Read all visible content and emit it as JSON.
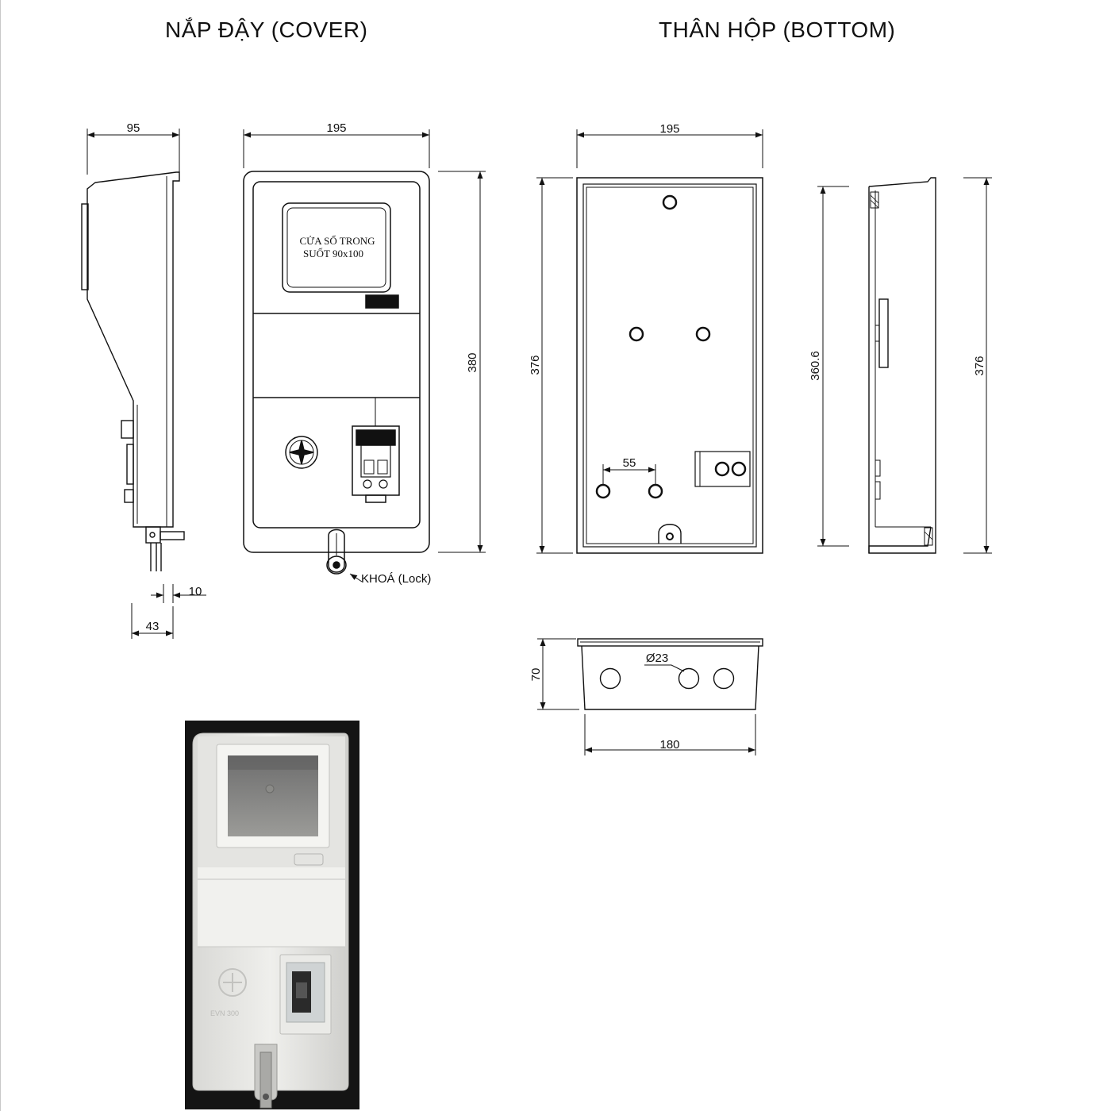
{
  "headings": {
    "cover": "NẮP ĐẬY (COVER)",
    "bottom": "THÂN HỘP (BOTTOM)"
  },
  "cover": {
    "side_view": {
      "depth_label": "95",
      "tab_label": "10",
      "offset_label": "43"
    },
    "front_view": {
      "width_label": "195",
      "height_label": "380",
      "window_label_line1": "CỬA SỔ TRONG",
      "window_label_line2": "SUỐT 90x100",
      "lock_label": "KHOÁ (Lock)"
    }
  },
  "bottom": {
    "front_view": {
      "width_label": "195",
      "height_label": "376",
      "hole_spacing_label": "55"
    },
    "side_view": {
      "inner_height_label": "360.6",
      "height_label": "376"
    },
    "end_view": {
      "depth_label": "70",
      "width_label": "180",
      "hole_label": "Ø23"
    }
  },
  "photo": {
    "emboss_text": "EVN 300"
  }
}
